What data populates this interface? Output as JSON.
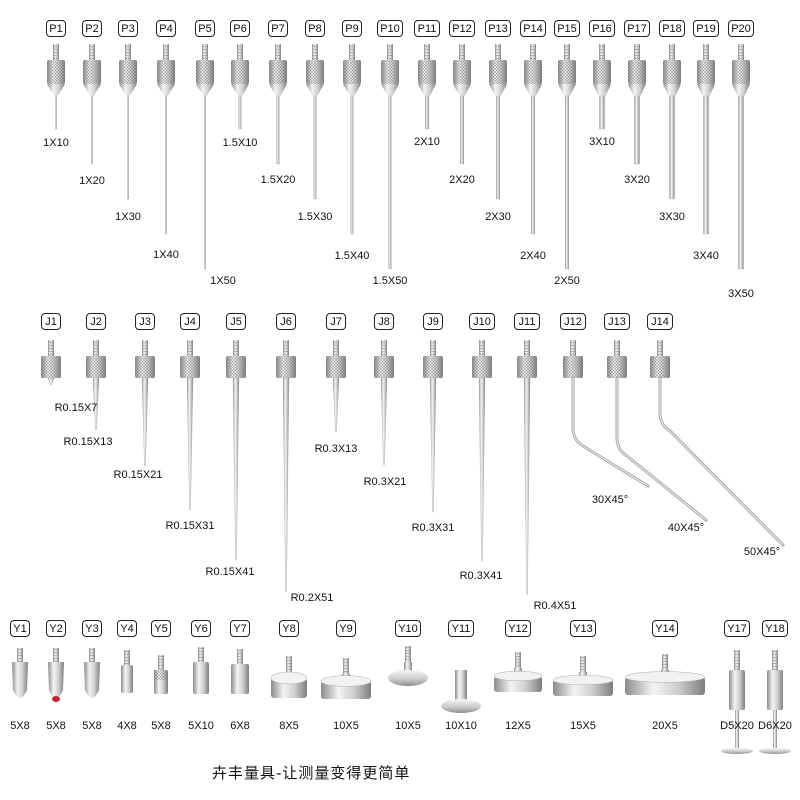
{
  "catalog": {
    "p_series": [
      {
        "code": "P1",
        "size": "1X10"
      },
      {
        "code": "P2",
        "size": "1X20"
      },
      {
        "code": "P3",
        "size": "1X30"
      },
      {
        "code": "P4",
        "size": "1X40"
      },
      {
        "code": "P5",
        "size": "1X50"
      },
      {
        "code": "P6",
        "size": "1.5X10"
      },
      {
        "code": "P7",
        "size": "1.5X20"
      },
      {
        "code": "P8",
        "size": "1.5X30"
      },
      {
        "code": "P9",
        "size": "1.5X40"
      },
      {
        "code": "P10",
        "size": "1.5X50"
      },
      {
        "code": "P11",
        "size": "2X10"
      },
      {
        "code": "P12",
        "size": "2X20"
      },
      {
        "code": "P13",
        "size": "2X30"
      },
      {
        "code": "P14",
        "size": "2X40"
      },
      {
        "code": "P15",
        "size": "2X50"
      },
      {
        "code": "P16",
        "size": "3X10"
      },
      {
        "code": "P17",
        "size": "3X20"
      },
      {
        "code": "P18",
        "size": "3X30"
      },
      {
        "code": "P19",
        "size": "3X40"
      },
      {
        "code": "P20",
        "size": "3X50"
      }
    ],
    "j_series": [
      {
        "code": "J1",
        "size": "R0.15X7"
      },
      {
        "code": "J2",
        "size": "R0.15X13"
      },
      {
        "code": "J3",
        "size": "R0.15X21"
      },
      {
        "code": "J4",
        "size": "R0.15X31"
      },
      {
        "code": "J5",
        "size": "R0.15X41"
      },
      {
        "code": "J6",
        "size": "R0.2X51"
      },
      {
        "code": "J7",
        "size": "R0.3X13"
      },
      {
        "code": "J8",
        "size": "R0.3X21"
      },
      {
        "code": "J9",
        "size": "R0.3X31"
      },
      {
        "code": "J10",
        "size": "R0.3X41"
      },
      {
        "code": "J11",
        "size": "R0.4X51"
      },
      {
        "code": "J12",
        "size": "30X45°"
      },
      {
        "code": "J13",
        "size": "40X45°"
      },
      {
        "code": "J14",
        "size": "50X45°"
      }
    ],
    "y_series": [
      {
        "code": "Y1",
        "size": "5X8"
      },
      {
        "code": "Y2",
        "size": "5X8"
      },
      {
        "code": "Y3",
        "size": "5X8"
      },
      {
        "code": "Y4",
        "size": "4X8"
      },
      {
        "code": "Y5",
        "size": "5X8"
      },
      {
        "code": "Y6",
        "size": "5X10"
      },
      {
        "code": "Y7",
        "size": "6X8"
      },
      {
        "code": "Y8",
        "size": "8X5"
      },
      {
        "code": "Y9",
        "size": "10X5"
      },
      {
        "code": "Y10",
        "size": "10X5"
      },
      {
        "code": "Y11",
        "size": "10X10"
      },
      {
        "code": "Y12",
        "size": "12X5"
      },
      {
        "code": "Y13",
        "size": "15X5"
      },
      {
        "code": "Y14",
        "size": "20X5"
      },
      {
        "code": "Y17",
        "size": "D5X20"
      },
      {
        "code": "Y18",
        "size": "D6X20"
      }
    ]
  },
  "footer": {
    "slogan": "卉丰量具-让测量变得更简单"
  },
  "colors": {
    "steel_light": "#f2f2f2",
    "steel_mid": "#c4c4c4",
    "steel_dark": "#8a8a8a",
    "ruby_tip": "#c0243c"
  }
}
